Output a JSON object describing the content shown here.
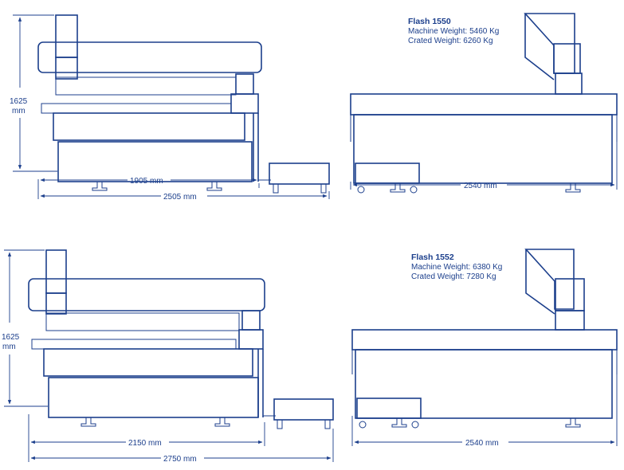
{
  "machines": [
    {
      "name": "Flash 1550",
      "machine_weight": "Machine Weight: 5460 Kg",
      "crated_weight": "Crated Weight: 6260 Kg",
      "height_value": "1625",
      "height_unit": "mm",
      "width_inner": "1905 mm",
      "width_outer": "2505 mm",
      "length": "2540 mm"
    },
    {
      "name": "Flash 1552",
      "machine_weight": "Machine Weight: 6380 Kg",
      "crated_weight": "Crated Weight: 7280 Kg",
      "height_value": "1625",
      "height_unit": "mm",
      "width_inner": "2150 mm",
      "width_outer": "2750 mm",
      "length": "2540 mm"
    }
  ],
  "colors": {
    "line": "#1c3f8c",
    "background": "#ffffff"
  }
}
